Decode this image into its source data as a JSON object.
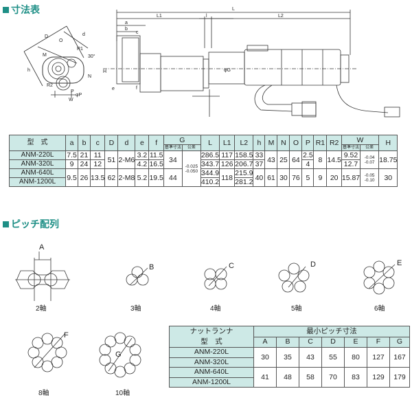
{
  "sections": {
    "dimensions_title": "寸法表",
    "pitch_title": "ピッチ配列"
  },
  "drawing_labels": {
    "L": "L",
    "L1": "L1",
    "l": "l",
    "L2": "L2",
    "a": "a",
    "b": "b",
    "c": "c",
    "e": "e",
    "f": "f",
    "h": "h",
    "N": "N",
    "O": "O",
    "P": "P",
    "M": "M",
    "R1": "R1",
    "R2": "R2",
    "D": "D",
    "d": "d",
    "G": "G",
    "W": "W",
    "H": "H",
    "ph": "φP",
    "phiG": "φG",
    "x": "30°"
  },
  "dim_table": {
    "headers": [
      "型　式",
      "a",
      "b",
      "c",
      "D",
      "d",
      "e",
      "f",
      "G",
      "L",
      "L1",
      "L2",
      "h",
      "M",
      "N",
      "O",
      "P",
      "R1",
      "R2",
      "W",
      "H"
    ],
    "subheaders": {
      "std": "基準寸法",
      "tol": "公差"
    },
    "g_tol": "-0.025\n-0.050",
    "w_tol_1": "-0.04\n-0.07",
    "w_tol_2": "-0.05\n-0.10",
    "models": [
      "ANM-220L",
      "ANM-320L",
      "ANM-640L",
      "ANM-1200L"
    ],
    "rows": [
      {
        "a": "7.5",
        "b": "21",
        "c": "11",
        "D": "51",
        "d": "2-M6",
        "e": "3.2",
        "f": "11.5",
        "G": "34",
        "L": "286.5",
        "L1": "117",
        "L2": "158.5",
        "h": "33",
        "M": "43",
        "N": "25",
        "O": "64",
        "P": "2.5",
        "R1": "8",
        "R2": "14.5",
        "W": "9.52",
        "H": "18.75"
      },
      {
        "a": "9",
        "b": "24",
        "c": "12",
        "e": "4.2",
        "f": "16.5",
        "L": "343.7",
        "L1": "126",
        "L2": "206.7",
        "h": "37",
        "P": "4",
        "W": "12.7"
      },
      {
        "a": "9.5",
        "b": "26",
        "c": "13.5",
        "D": "62",
        "d": "2-M8",
        "e": "5.2",
        "f": "19.5",
        "G": "44",
        "L": "344.9",
        "L1": "118",
        "L2": "215.9",
        "h": "40",
        "M": "61",
        "N": "30",
        "O": "76",
        "P": "5",
        "R1": "9",
        "R2": "20",
        "W": "15.87",
        "H": "30"
      },
      {
        "L": "410.2",
        "L2": "281.2"
      }
    ]
  },
  "pitch_diagrams": [
    {
      "caption": "2軸",
      "letter": "A"
    },
    {
      "caption": "3軸",
      "letter": "B"
    },
    {
      "caption": "4軸",
      "letter": "C"
    },
    {
      "caption": "5軸",
      "letter": "D"
    },
    {
      "caption": "6軸",
      "letter": "E"
    },
    {
      "caption": "8軸",
      "letter": "F"
    },
    {
      "caption": "10軸",
      "letter": "G"
    }
  ],
  "pitch_table": {
    "header_left": "ナットランナ\n型　式",
    "header_right": "最小ピッチ寸法",
    "cols": [
      "A",
      "B",
      "C",
      "D",
      "E",
      "F",
      "G"
    ],
    "models": [
      "ANM-220L",
      "ANM-320L",
      "ANM-640L",
      "ANM-1200L"
    ],
    "values_small": [
      "30",
      "35",
      "43",
      "55",
      "80",
      "127",
      "167"
    ],
    "values_large": [
      "41",
      "48",
      "58",
      "70",
      "83",
      "129",
      "179"
    ]
  },
  "colors": {
    "accent": "#1e8f86",
    "header_bg": "#cde9e6"
  }
}
